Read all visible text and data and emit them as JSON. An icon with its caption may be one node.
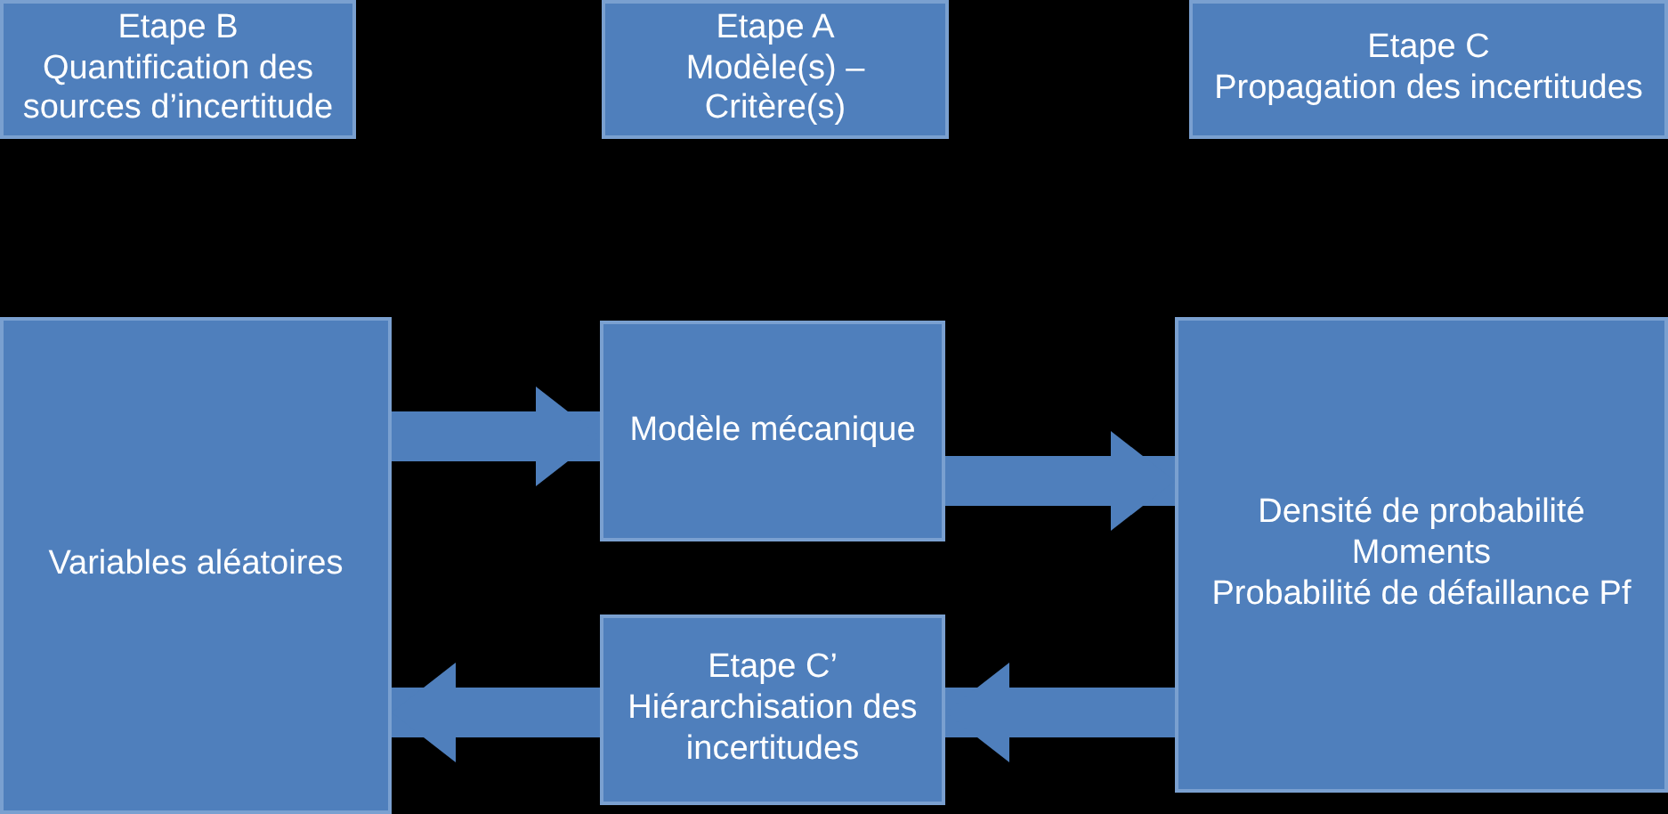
{
  "diagram": {
    "nodes": [
      {
        "text": [
          "Etape B",
          "Quantification des sources d’incertitude"
        ]
      },
      {
        "text": [
          "Etape A",
          "Modèle(s) – Critère(s)"
        ]
      },
      {
        "text": [
          "Etape C",
          "Propagation des incertitudes"
        ]
      },
      {
        "text": [
          "Variables aléatoires"
        ]
      },
      {
        "text": [
          "Modèle mécanique"
        ]
      },
      {
        "text": [
          "Densité de probabilité",
          "Moments",
          "Probabilité de défaillance Pf"
        ]
      },
      {
        "text": [
          "Etape C’",
          "Hiérarchisation des incertitudes"
        ]
      }
    ],
    "edges": [
      {
        "from": 3,
        "to": 4,
        "arrow": "to"
      },
      {
        "from": 4,
        "to": 5,
        "arrow": "to"
      },
      {
        "from": 5,
        "to": 6,
        "arrow": "to"
      },
      {
        "from": 6,
        "to": 3,
        "arrow": "to"
      }
    ]
  }
}
